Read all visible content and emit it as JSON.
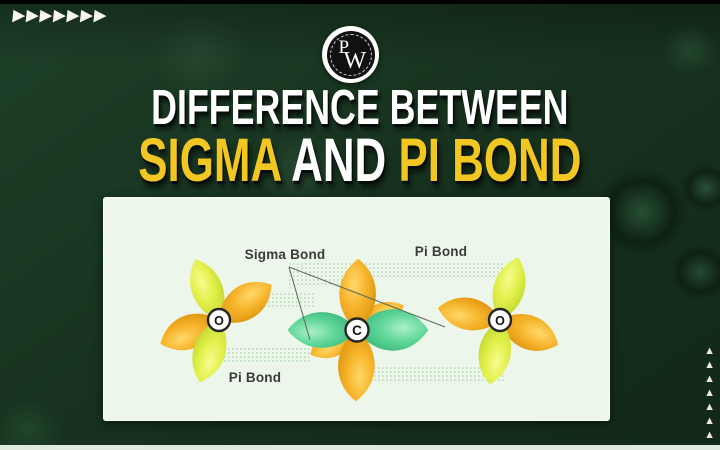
{
  "poster": {
    "brand": {
      "p": "P",
      "w": "W"
    },
    "title": {
      "line1": "DIFFERENCE BETWEEN",
      "line2_part1": "SIGMA",
      "line2_part2": " AND ",
      "line2_part3": "PI BOND"
    }
  },
  "diagram": {
    "labels": {
      "sigma_bond": "Sigma Bond",
      "pi_bond_top": "Pi Bond",
      "pi_bond_bottom": "Pi Bond"
    },
    "atoms": [
      {
        "symbol": "O",
        "position": "left"
      },
      {
        "symbol": "C",
        "position": "center"
      },
      {
        "symbol": "O",
        "position": "right"
      }
    ],
    "colors": {
      "panel_background": "#edf6ea",
      "p_lobe_yellow_green": "#dff04f",
      "p_lobe_orange": "#f2aa1d",
      "sigma_overlap_green": "#55cf90",
      "pi_dotted_lines": "#97cb97",
      "label_text": "#3b3b3b"
    }
  },
  "decorations": {
    "top_left_arrows": {
      "count": 7,
      "glyph": "▶",
      "color": "#f7f5ef"
    },
    "bottom_right_arrows": {
      "count": 7,
      "glyph": "▲",
      "color": "#ece7d9"
    }
  },
  "colors": {
    "background_green": "#17331f",
    "title_yellow": "#f3c722",
    "title_white": "#ffffff"
  }
}
